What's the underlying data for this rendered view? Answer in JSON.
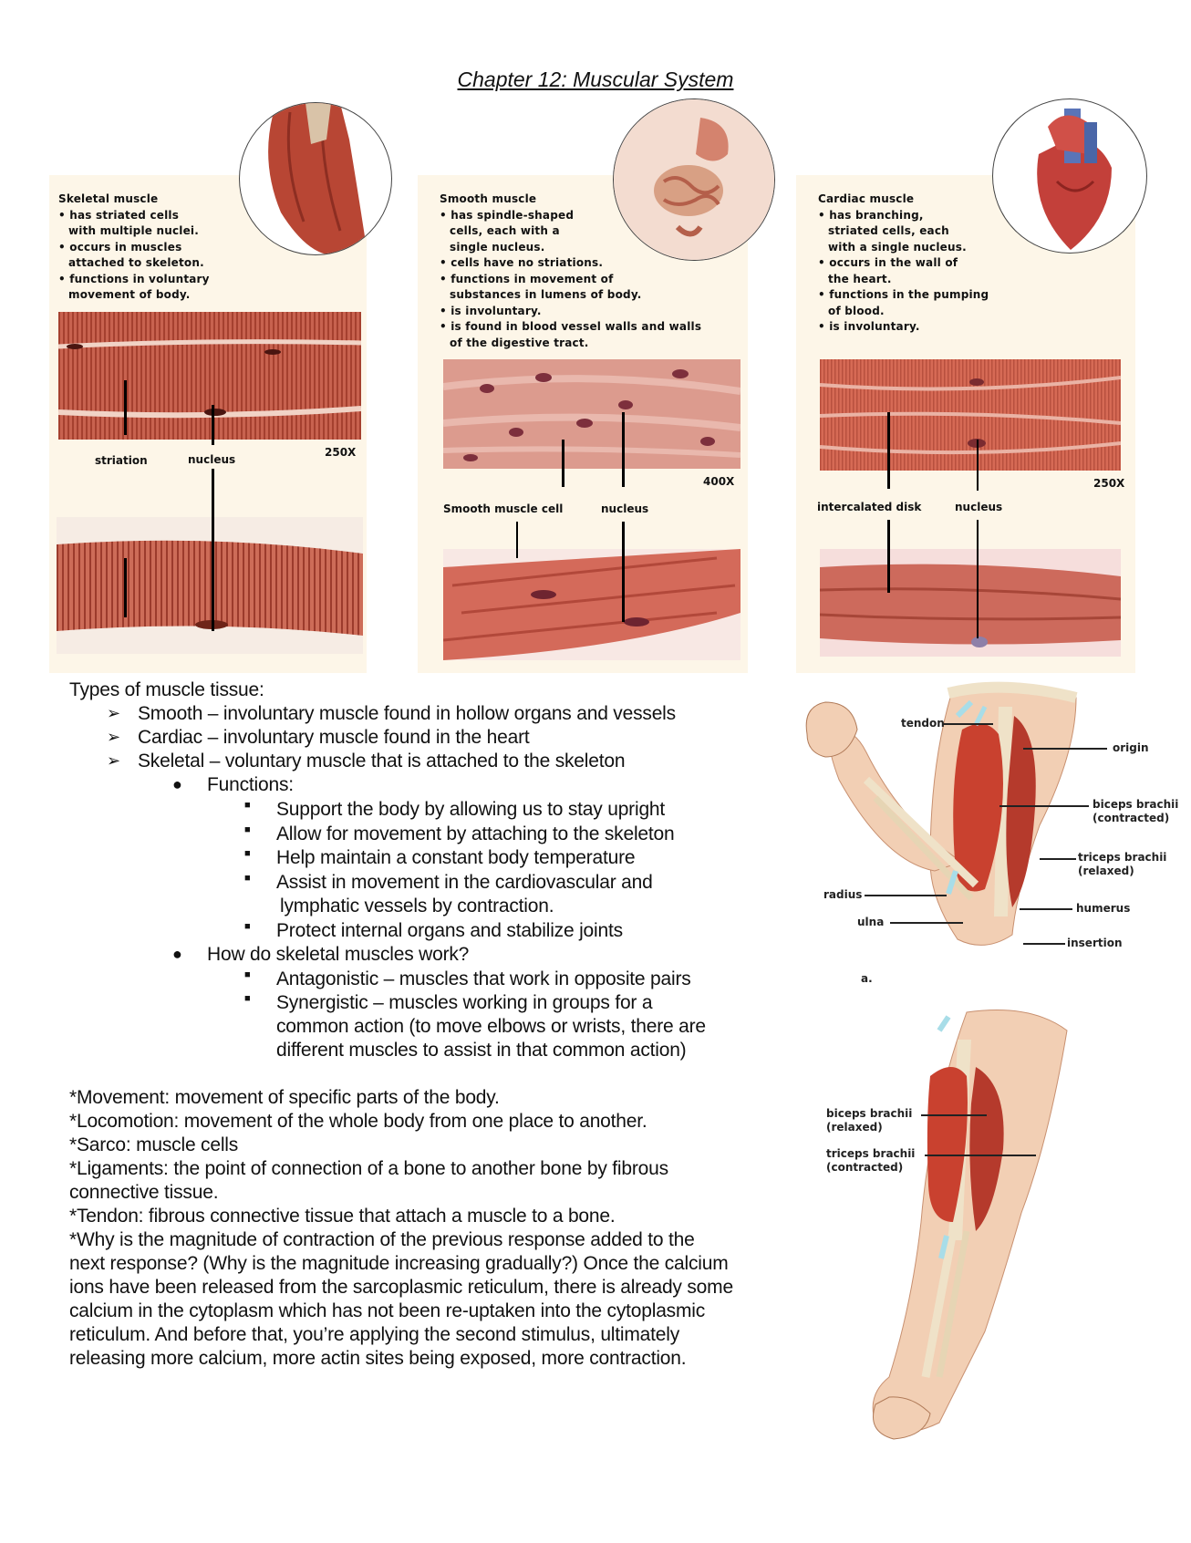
{
  "title": "Chapter 12: Muscular System",
  "panels": {
    "skeletal": {
      "lines": [
        "Skeletal muscle",
        "• has striated cells",
        "with multiple nuclei.",
        "• occurs in muscles",
        "attached to skeleton.",
        "• functions in voluntary",
        "movement of body."
      ],
      "magnification": "250X",
      "labels": {
        "striation": "striation",
        "nucleus": "nucleus"
      }
    },
    "smooth": {
      "lines": [
        "Smooth muscle",
        "• has spindle-shaped",
        "cells, each with a",
        "single nucleus.",
        "• cells have no striations.",
        "• functions in movement of",
        "substances in lumens of body.",
        "• is involuntary.",
        "• is found in blood vessel walls and walls",
        "of the digestive tract."
      ],
      "magnification": "400X",
      "labels": {
        "cell": "Smooth muscle cell",
        "nucleus": "nucleus"
      }
    },
    "cardiac": {
      "lines": [
        "Cardiac muscle",
        "• has branching,",
        "striated cells, each",
        "with a single nucleus.",
        "• occurs in the wall of",
        "the heart.",
        "• functions in the pumping",
        "of blood.",
        "• is involuntary."
      ],
      "magnification": "250X",
      "labels": {
        "disk": "intercalated disk",
        "nucleus": "nucleus"
      }
    }
  },
  "body": {
    "types_heading": "Types of muscle tissue:",
    "types": [
      "Smooth – involuntary muscle found in hollow organs and vessels",
      "Cardiac – involuntary muscle found in the heart",
      "Skeletal – voluntary muscle that is attached to the skeleton"
    ],
    "functions_heading": "Functions:",
    "functions": [
      "Support the body by allowing us to stay upright",
      "Allow for movement by attaching to the skeleton",
      "Help maintain a constant body temperature",
      "Assist in movement in the cardiovascular and",
      "lymphatic vessels by contraction.",
      "Protect internal organs and stabilize joints"
    ],
    "how_heading": "How do skeletal muscles work?",
    "how": [
      "Antagonistic – muscles that work in opposite pairs",
      "Synergistic – muscles working in groups for a",
      "common action (to move elbows or wrists, there are",
      "different muscles to assist in that common action)"
    ],
    "definitions": [
      "*Movement: movement of specific parts of the body.",
      "*Locomotion: movement of the whole body from one place to another.",
      "*Sarco: muscle cells",
      "*Ligaments: the point of connection of a bone to another bone by fibrous",
      "connective tissue.",
      "*Tendon: fibrous connective tissue that attach a muscle to a bone.",
      "*Why is the magnitude of contraction of the previous response added to the",
      "next response?  (Why is the magnitude increasing gradually?) Once the calcium",
      "ions have been released from the sarcoplasmic reticulum, there is already some",
      "calcium in the cytoplasm which has not been re-uptaken into the cytoplasmic",
      "reticulum. And before that, you’re applying the second stimulus, ultimately",
      "releasing more calcium, more actin sites being exposed, more contraction."
    ]
  },
  "arm_figure": {
    "a": {
      "tendon": "tendon",
      "origin": "origin",
      "biceps": [
        "biceps brachii",
        "(contracted)"
      ],
      "triceps": [
        "triceps brachii",
        "(relaxed)"
      ],
      "radius": "radius",
      "ulna": "ulna",
      "humerus": "humerus",
      "insertion": "insertion",
      "letter": "a."
    },
    "b": {
      "biceps": [
        "biceps brachii",
        "(relaxed)"
      ],
      "triceps": [
        "triceps brachii",
        "(contracted)"
      ]
    }
  },
  "colors": {
    "panel_bg": "#fdf6e8",
    "muscle_red": "#c24b3a",
    "tissue_pink": "#e8a9a0"
  }
}
